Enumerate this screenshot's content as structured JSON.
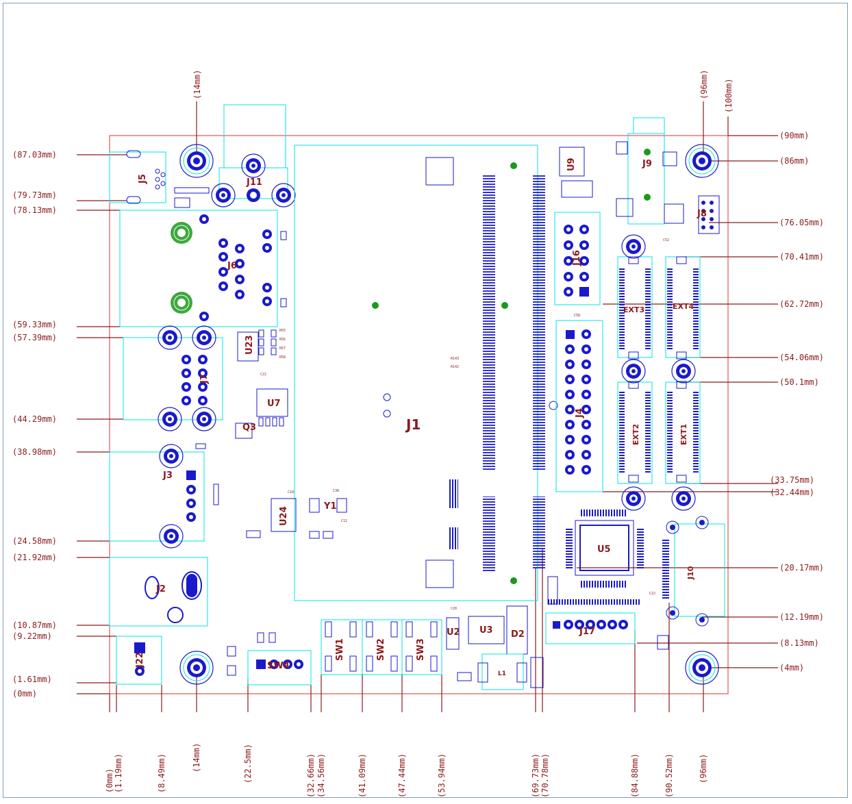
{
  "left_dimensions": [
    "(87.03mm)",
    "(79.73mm)",
    "(78.13mm)",
    "(59.33mm)",
    "(57.39mm)",
    "(44.29mm)",
    "(38.98mm)",
    "(24.58mm)",
    "(21.92mm)",
    "(10.87mm)",
    "(9.22mm)",
    "(1.61mm)",
    "(0mm)"
  ],
  "right_dimensions": [
    "(90mm)",
    "(86mm)",
    "(76.05mm)",
    "(70.41mm)",
    "(62.72mm)",
    "(54.06mm)",
    "(50.1mm)",
    "(33.75mm)",
    "(32.44mm)",
    "(20.17mm)",
    "(12.19mm)",
    "(8.13mm)",
    "(4mm)"
  ],
  "top_dimensions": [
    "(14mm)",
    "(96mm)",
    "(100mm)"
  ],
  "bottom_dimensions": [
    "(0mm)",
    "(1.19mm)",
    "(8.49mm)",
    "(14mm)",
    "(22.5mm)",
    "(32.66mm)",
    "(34.56mm)",
    "(41.09mm)",
    "(47.44mm)",
    "(53.94mm)",
    "(69.73mm)",
    "(70.78mm)",
    "(84.88mm)",
    "(90.52mm)",
    "(96mm)"
  ],
  "components": {
    "j1": "J1",
    "j2": "J2",
    "j3": "J3",
    "j4": "J4",
    "j5": "J5",
    "j6": "J6",
    "j7": "J7",
    "j8": "J8",
    "j9": "J9",
    "j10": "J10",
    "j11": "J11",
    "j16": "J16",
    "j17": "J17",
    "j22": "J22",
    "u2": "U2",
    "u3": "U3",
    "u5": "U5",
    "u7": "U7",
    "u9": "U9",
    "u23": "U23",
    "u24": "U24",
    "y1": "Y1",
    "q3": "Q3",
    "d2": "D2",
    "l1": "L1",
    "sw1": "SW1",
    "sw2": "SW2",
    "sw3": "SW3",
    "sw4": "SW4",
    "ext1": "EXT1",
    "ext2": "EXT2",
    "ext3": "EXT3",
    "ext4": "EXT4"
  },
  "colors": {
    "dimension": "#8b1a1a",
    "outline": "#00e6e6",
    "board": "#e23030",
    "parts": "#1a1acc",
    "pad": "#1a9a1a"
  }
}
